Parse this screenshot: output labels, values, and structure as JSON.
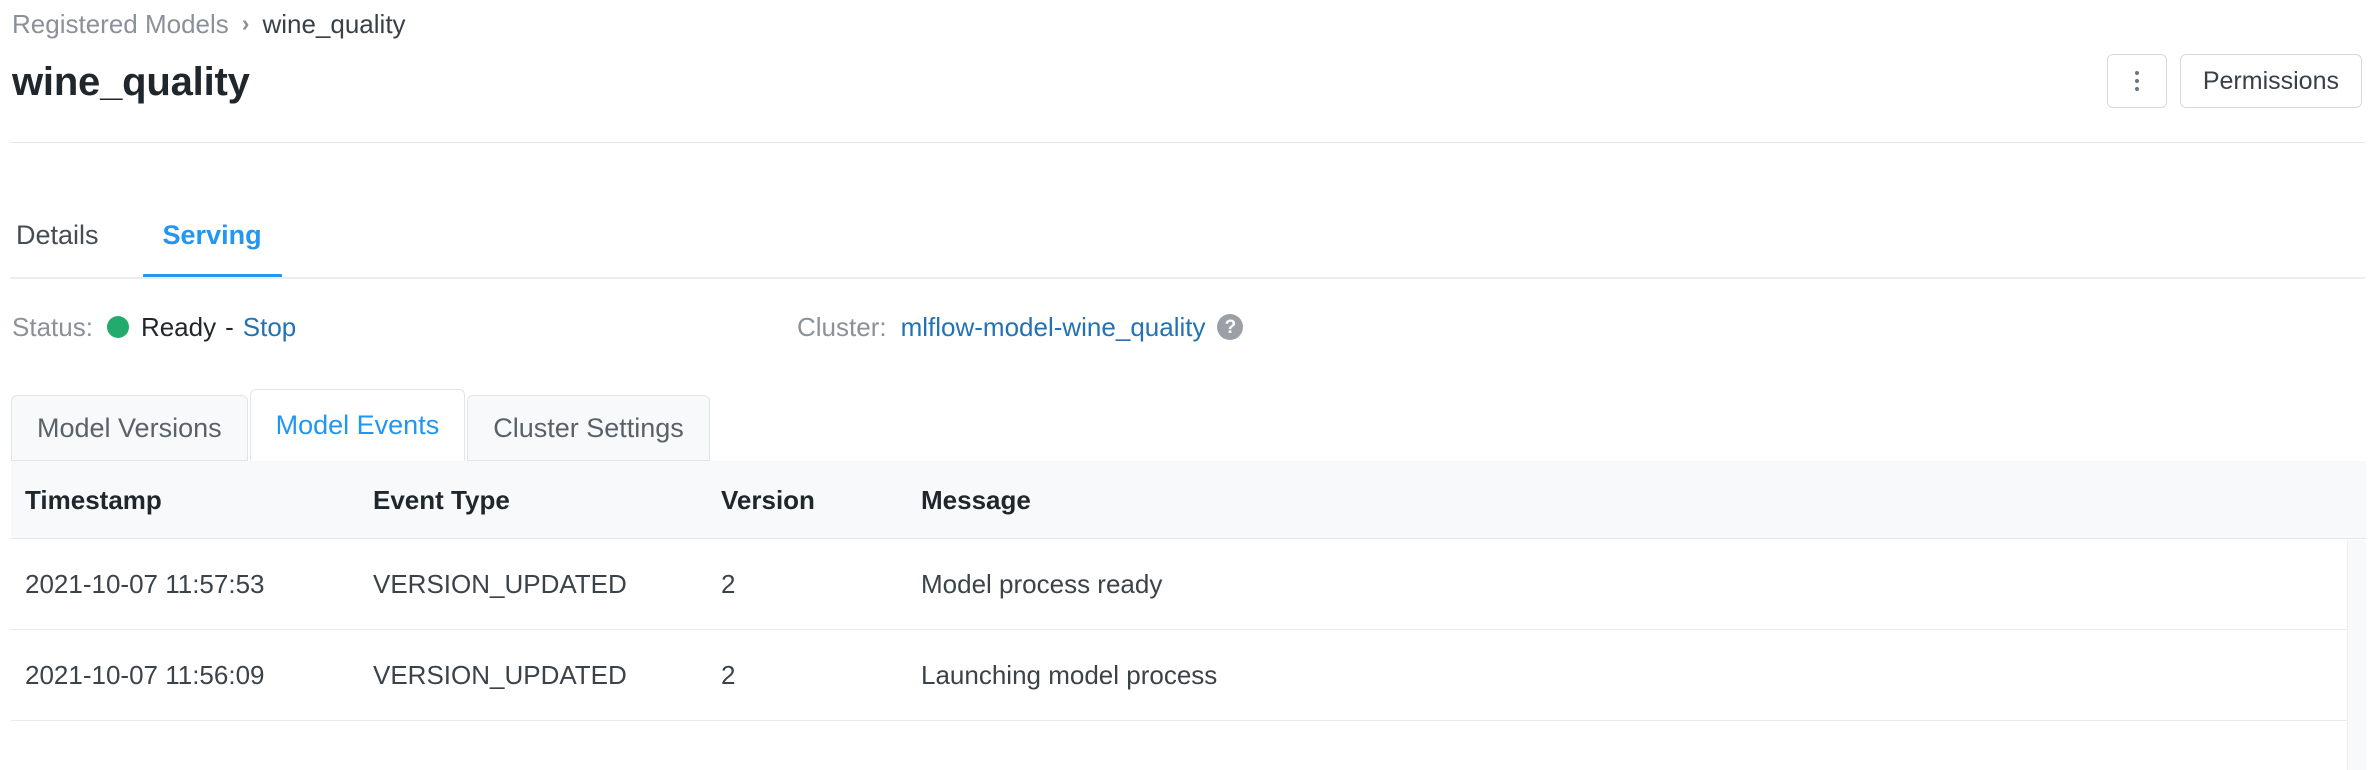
{
  "breadcrumb": {
    "parent": "Registered Models",
    "separator": "›",
    "current": "wine_quality"
  },
  "header": {
    "title": "wine_quality",
    "kebab_label": "",
    "permissions_label": "Permissions"
  },
  "tabs": [
    {
      "label": "Details",
      "active": false
    },
    {
      "label": "Serving",
      "active": true
    }
  ],
  "status": {
    "label": "Status:",
    "value": "Ready",
    "dash": "-",
    "action_label": "Stop",
    "dot_color": "#22ab6c",
    "cluster_label": "Cluster:",
    "cluster_name": "mlflow-model-wine_quality",
    "help_glyph": "?"
  },
  "subtabs": [
    {
      "label": "Model Versions",
      "active": false
    },
    {
      "label": "Model Events",
      "active": true
    },
    {
      "label": "Cluster Settings",
      "active": false
    }
  ],
  "table": {
    "columns": [
      "Timestamp",
      "Event Type",
      "Version",
      "Message"
    ],
    "rows": [
      {
        "timestamp": "2021-10-07 11:57:53",
        "event_type": "VERSION_UPDATED",
        "version": "2",
        "message": "Model process ready"
      },
      {
        "timestamp": "2021-10-07 11:56:09",
        "event_type": "VERSION_UPDATED",
        "version": "2",
        "message": "Launching model process"
      }
    ]
  },
  "colors": {
    "accent": "#2196f3",
    "link": "#2272b4",
    "status_green": "#22ab6c",
    "muted_text": "#8a9199",
    "border": "#e4e7e9"
  }
}
